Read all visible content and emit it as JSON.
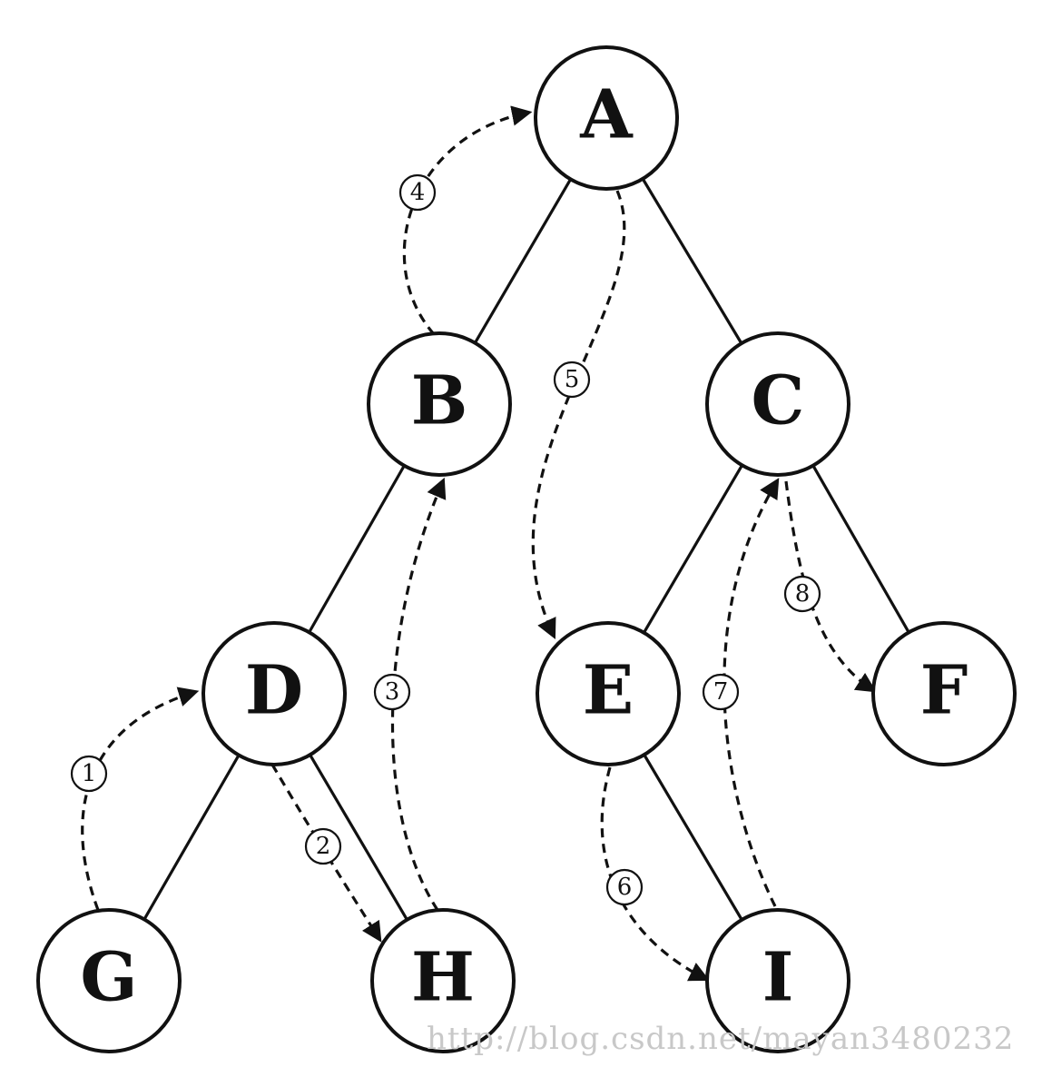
{
  "nodes": [
    {
      "id": "A",
      "label": "A"
    },
    {
      "id": "B",
      "label": "B"
    },
    {
      "id": "C",
      "label": "C"
    },
    {
      "id": "D",
      "label": "D"
    },
    {
      "id": "E",
      "label": "E"
    },
    {
      "id": "F",
      "label": "F"
    },
    {
      "id": "G",
      "label": "G"
    },
    {
      "id": "H",
      "label": "H"
    },
    {
      "id": "I",
      "label": "I"
    }
  ],
  "edges": [
    {
      "from": "A",
      "to": "B"
    },
    {
      "from": "A",
      "to": "C"
    },
    {
      "from": "B",
      "to": "D"
    },
    {
      "from": "C",
      "to": "E"
    },
    {
      "from": "C",
      "to": "F"
    },
    {
      "from": "D",
      "to": "G"
    },
    {
      "from": "D",
      "to": "H"
    },
    {
      "from": "E",
      "to": "I"
    }
  ],
  "traversal_steps": [
    {
      "label": "1",
      "from": "G",
      "to": "D"
    },
    {
      "label": "2",
      "from": "D",
      "to": "H"
    },
    {
      "label": "3",
      "from": "H",
      "to": "B"
    },
    {
      "label": "4",
      "from": "B",
      "to": "A"
    },
    {
      "label": "5",
      "from": "A",
      "to": "E"
    },
    {
      "label": "6",
      "from": "E",
      "to": "I"
    },
    {
      "label": "7",
      "from": "I",
      "to": "C"
    },
    {
      "label": "8",
      "from": "C",
      "to": "F"
    }
  ],
  "watermark": "http://blog.csdn.net/mayan3480232"
}
